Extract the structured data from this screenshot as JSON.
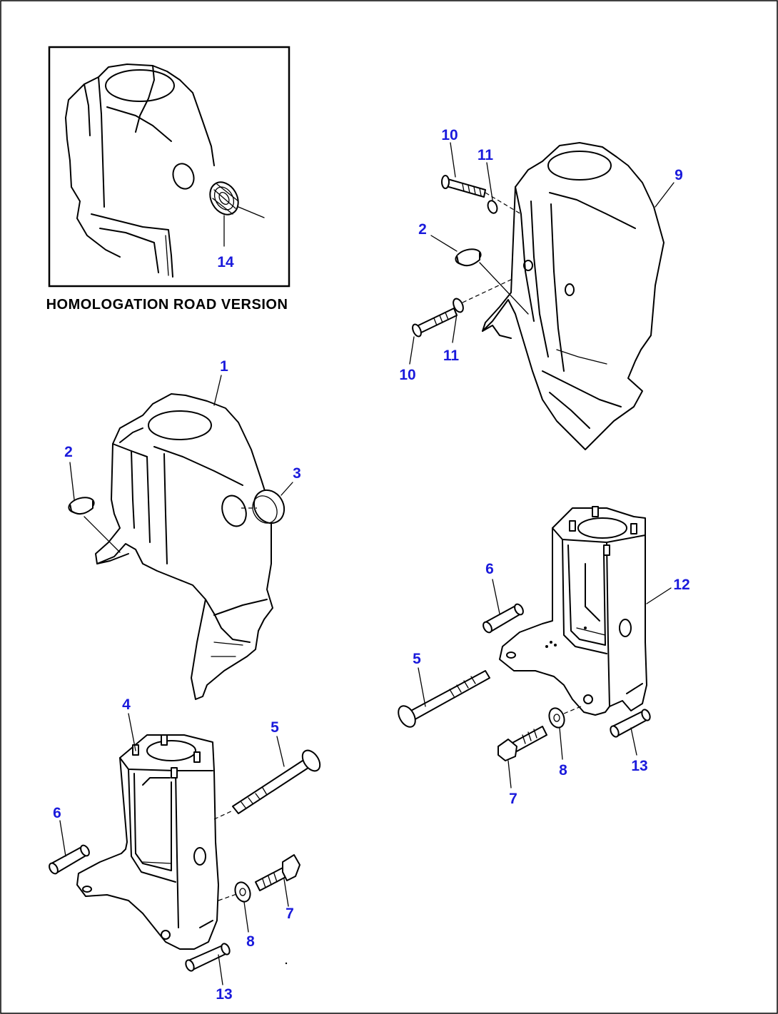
{
  "inset": {
    "caption": "HOMOLOGATION ROAD VERSION",
    "callout": "14"
  },
  "callouts": {
    "c1": "1",
    "c2_left": "2",
    "c3": "3",
    "c4": "4",
    "c5_left": "5",
    "c6_left": "6",
    "c7_left": "7",
    "c8_left": "8",
    "c13_left": "13",
    "c10_top": "10",
    "c11_top": "11",
    "c9": "9",
    "c2_right": "2",
    "c10_bottom": "10",
    "c11_bottom": "11",
    "c6_right": "6",
    "c12": "12",
    "c5_right": "5",
    "c7_right": "7",
    "c8_right": "8",
    "c13_right": "13"
  },
  "colors": {
    "callout": "#1a1adc",
    "line": "#000000",
    "frame": "#000000"
  }
}
